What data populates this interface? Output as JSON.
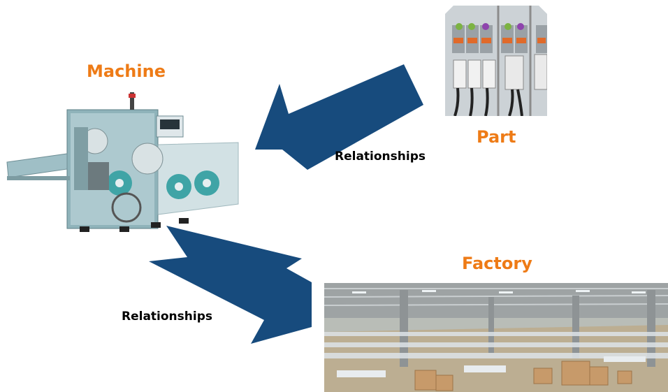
{
  "nodes": {
    "machine": {
      "label": "Machine"
    },
    "part": {
      "label": "Part"
    },
    "factory": {
      "label": "Factory"
    }
  },
  "relationships": [
    {
      "from": "part",
      "to": "machine",
      "label": "Relationships"
    },
    {
      "from": "machine",
      "to": "factory",
      "label": "Relationships"
    }
  ],
  "colors": {
    "label": "#ee7b16",
    "arrow": "#174b7d",
    "text": "#000000"
  }
}
